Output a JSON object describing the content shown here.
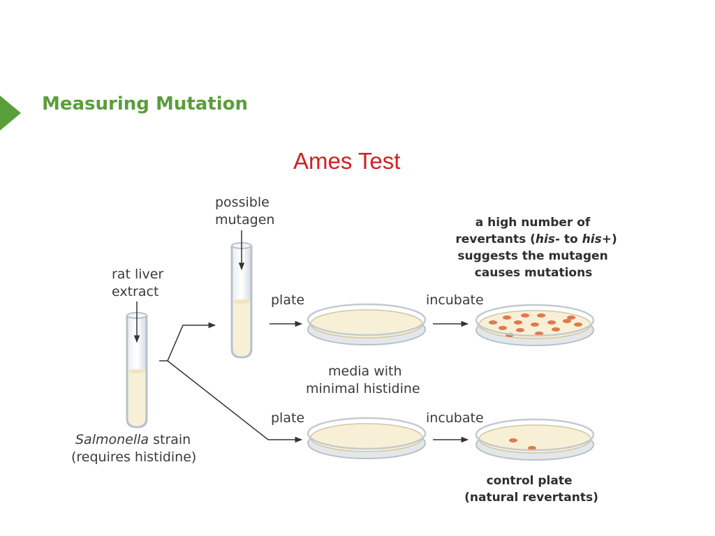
{
  "slide": {
    "title": "Measuring Mutation",
    "subtitle": "Ames Test",
    "accent_color": "#5a9e3a",
    "subtitle_color": "#d42020",
    "marker_icon": "triangle-arrow-icon"
  },
  "diagram": {
    "possible_mutagen": [
      "possible",
      "mutagen"
    ],
    "rat_liver_extract": [
      "rat liver",
      "extract"
    ],
    "strain_italic": "Salmonella",
    "strain_rest": " strain",
    "strain_line2": "(requires histidine)",
    "plate_top": "plate",
    "plate_bottom": "plate",
    "incubate_top": "incubate",
    "incubate_bottom": "incubate",
    "media": [
      "media with",
      "minimal histidine"
    ],
    "high_revertants": {
      "line1": "a high number of",
      "line2_a": "revertants (",
      "his_minus": "his",
      "line2_b": "- to ",
      "his_plus": "his",
      "line2_c": "+)",
      "line3": "suggests the mutagen",
      "line4": "causes mutations"
    },
    "control": [
      "control plate",
      "(natural revertants)"
    ],
    "colors": {
      "media": "#f7f0d6",
      "colony": "#e0784e",
      "glass": "#c9d0d6"
    }
  }
}
